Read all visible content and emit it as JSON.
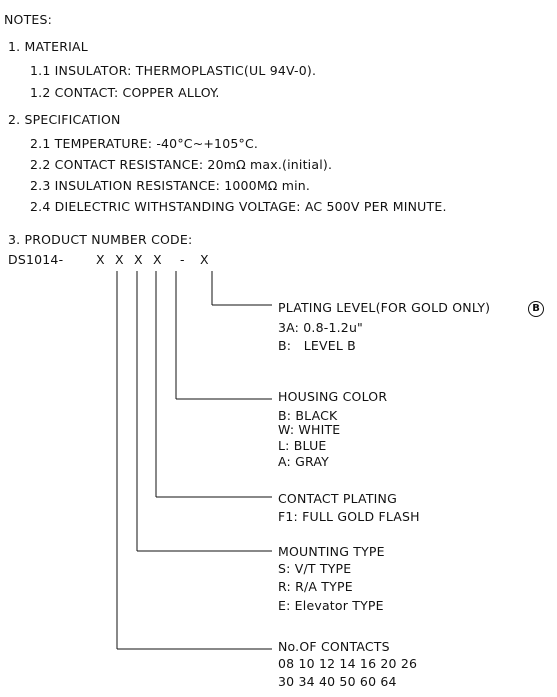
{
  "notes_title": "NOTES:",
  "material": {
    "heading": "1. MATERIAL",
    "items": [
      "1.1 INSULATOR: THERMOPLASTIC(UL 94V-0).",
      "1.2 CONTACT: COPPER ALLOY."
    ]
  },
  "specification": {
    "heading": "2. SPECIFICATION",
    "items": [
      "2.1 TEMPERATURE: -40°C~+105°C.",
      "2.2 CONTACT RESISTANCE: 20mΩ max.(initial).",
      "2.3 INSULATION RESISTANCE: 1000MΩ min.",
      "2.4 DIELECTRIC WITHSTANDING VOLTAGE: AC 500V PER MINUTE."
    ]
  },
  "product_code": {
    "heading": "3. PRODUCT NUMBER CODE:",
    "prefix": "DS1014-",
    "placeholders": [
      "X",
      "X",
      "X",
      "X",
      "X"
    ],
    "dash": "-",
    "groups": [
      {
        "title": "PLATING LEVEL(FOR GOLD ONLY)",
        "badge": "B",
        "lines": [
          "3A: 0.8-1.2u\"",
          "B:   LEVEL B"
        ]
      },
      {
        "title": "HOUSING COLOR",
        "lines": [
          "B: BLACK",
          "W: WHITE",
          "L: BLUE",
          "A: GRAY"
        ]
      },
      {
        "title": "CONTACT PLATING",
        "lines": [
          "F1: FULL GOLD FLASH"
        ]
      },
      {
        "title": "MOUNTING TYPE",
        "lines": [
          "S: V/T TYPE",
          "R: R/A TYPE",
          "E: Elevator TYPE"
        ]
      },
      {
        "title": "No.OF CONTACTS",
        "lines": [
          "08 10 12 14 16 20 26",
          "30 34 40 50 60 64"
        ]
      }
    ]
  }
}
